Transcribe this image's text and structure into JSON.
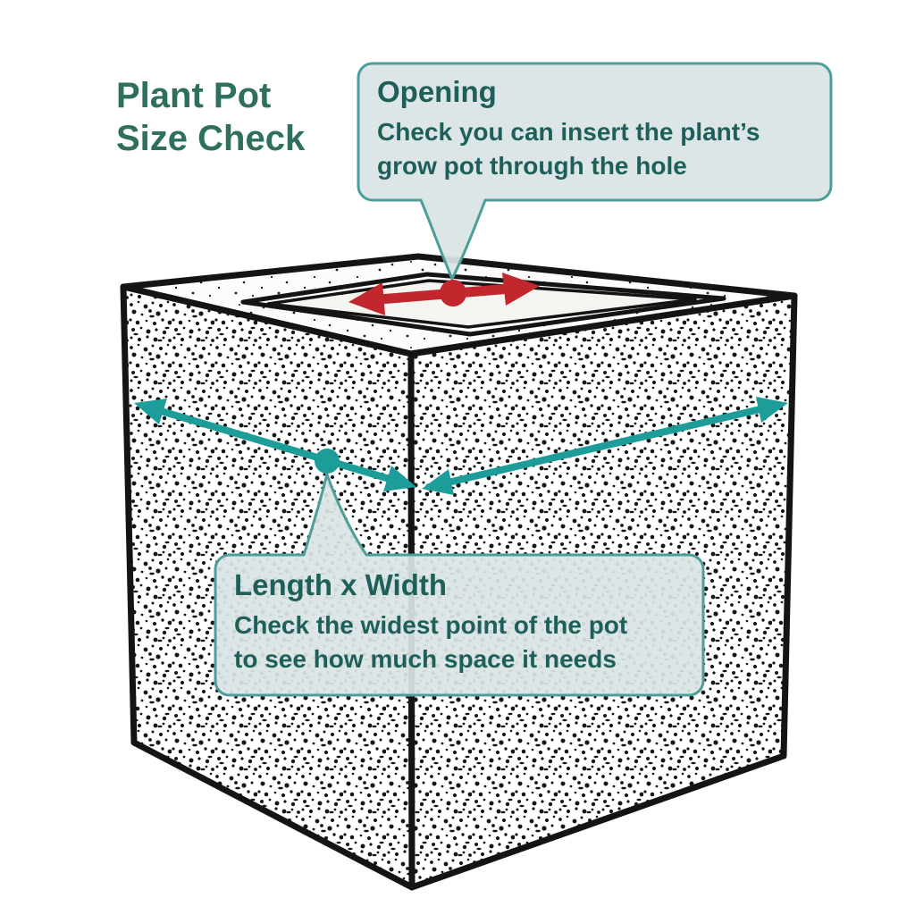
{
  "title": {
    "line1": "Plant Pot",
    "line2": "Size Check"
  },
  "callouts": {
    "opening": {
      "heading": "Opening",
      "body_line1": "Check you can insert the plant’s",
      "body_line2": "grow pot through the hole"
    },
    "length_width": {
      "heading": "Length x Width",
      "body_line1": "Check the widest point of the pot",
      "body_line2": "to see how much space it needs"
    }
  },
  "colors": {
    "title_text": "#2e6f5e",
    "callout_text": "#1f5f5a",
    "callout_fill": "#d9e4e4",
    "callout_border": "#4d9d99",
    "measure_teal": "#1d9d9a",
    "opening_red": "#c1272d",
    "line_black": "#141414",
    "opening_interior": "#f4f4f0"
  }
}
